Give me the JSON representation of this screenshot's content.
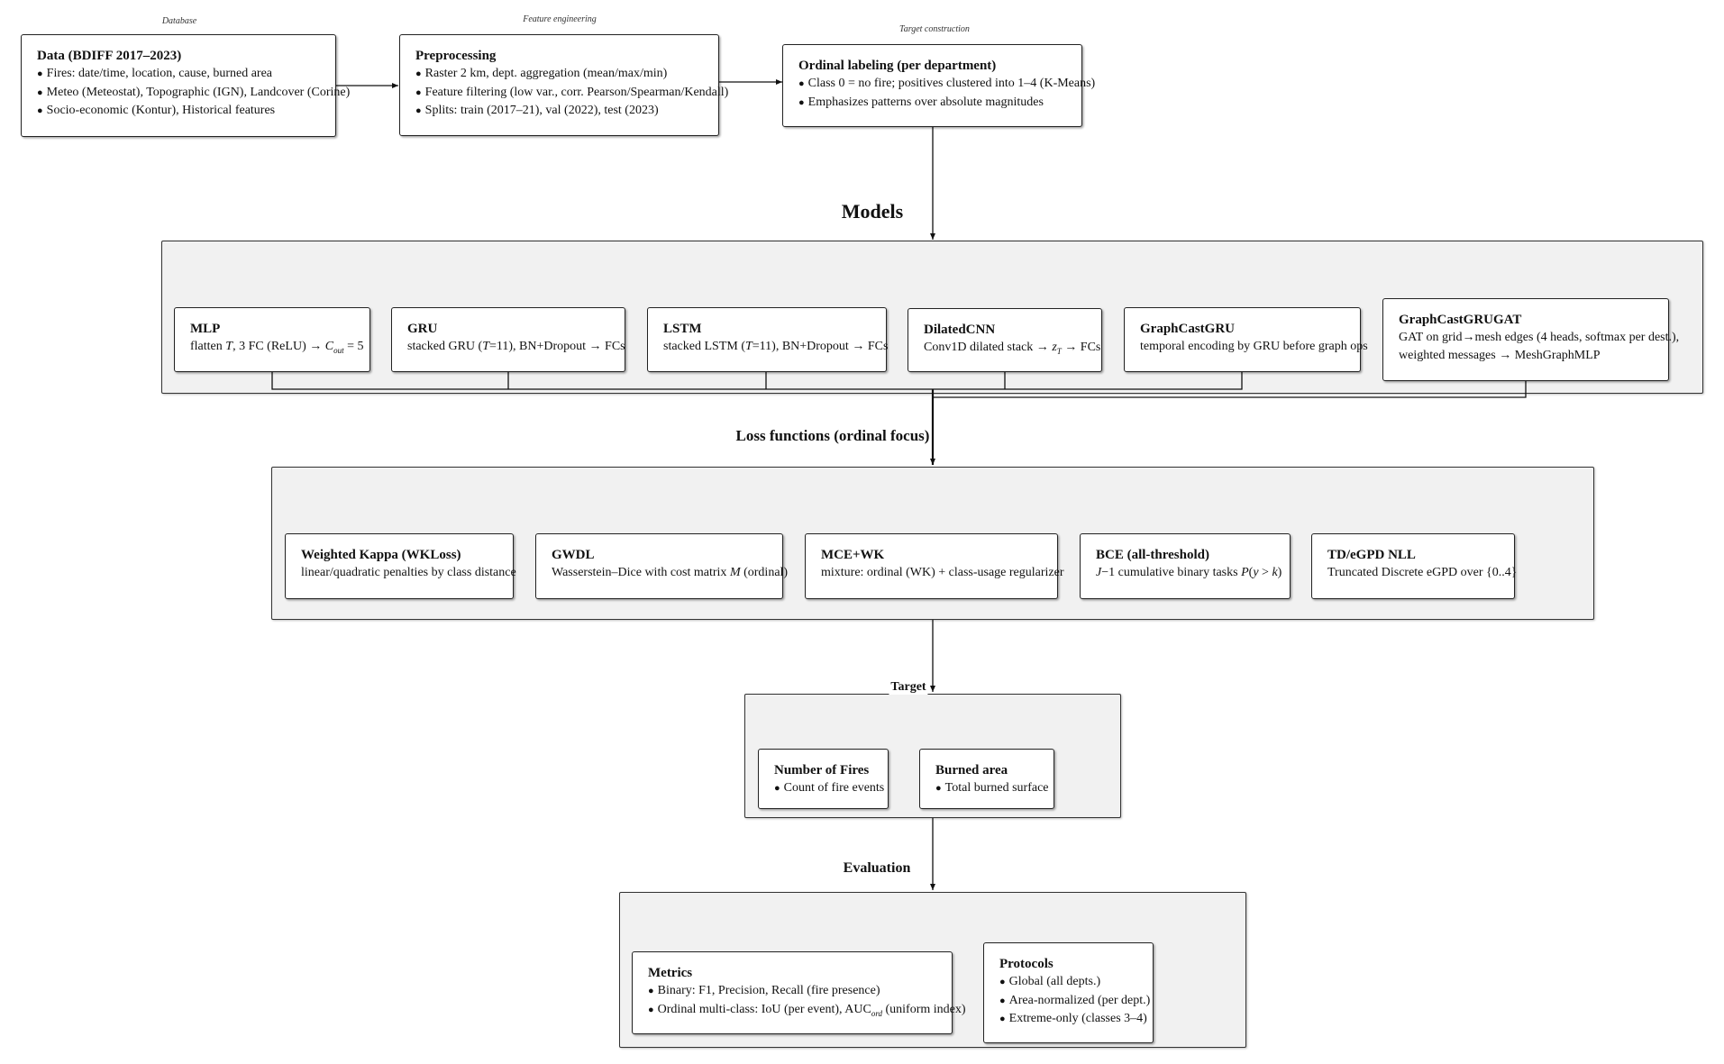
{
  "stages": {
    "database": "Database",
    "feature_engineering": "Feature engineering",
    "target_construction": "Target construction"
  },
  "data_box": {
    "title": "Data (BDIFF 2017–2023)",
    "items": [
      "Fires: date/time, location, cause, burned area",
      "Meteo (Meteostat), Topographic (IGN), Landcover (Corine)",
      "Socio-economic (Kontur), Historical features"
    ]
  },
  "preprocessing_box": {
    "title": "Preprocessing",
    "items": [
      "Raster 2 km, dept. aggregation (mean/max/min)",
      "Feature filtering (low var., corr. Pearson/Spearman/Kendall)",
      "Splits: train (2017–21), val (2022), test (2023)"
    ]
  },
  "labeling_box": {
    "title": "Ordinal labeling (per department)",
    "items": [
      "Class 0 = no fire; positives clustered into 1–4 (K-Means)",
      "Emphasizes patterns over absolute magnitudes"
    ]
  },
  "models": {
    "title": "Models",
    "mlp": {
      "title": "MLP",
      "desc_a": "flatten",
      "desc_t": "T",
      "desc_b": ", 3 FC (ReLU) →",
      "desc_c": "C",
      "desc_sub": "out",
      "desc_d": " = 5"
    },
    "gru": {
      "title": "GRU",
      "desc_a": "stacked GRU (",
      "desc_t": "T",
      "desc_b": "=11), BN+Dropout → FCs"
    },
    "lstm": {
      "title": "LSTM",
      "desc_a": "stacked LSTM (",
      "desc_t": "T",
      "desc_b": "=11), BN+Dropout → FCs"
    },
    "dilated": {
      "title": "DilatedCNN",
      "desc_a": "Conv1D dilated stack →",
      "desc_z": "z",
      "desc_sub": "T",
      "desc_b": " → FCs"
    },
    "graphcastgru": {
      "title": "GraphCastGRU",
      "desc": "temporal encoding by GRU before graph ops"
    },
    "graphcastgrugat": {
      "title": "GraphCastGRUGAT",
      "line1": "GAT on grid→mesh edges (4 heads, softmax per dest.),",
      "line2": "weighted messages → MeshGraphMLP"
    }
  },
  "losses": {
    "title": "Loss functions (ordinal focus)",
    "wk": {
      "title": "Weighted Kappa (WKLoss)",
      "desc": "linear/quadratic penalties by class distance"
    },
    "gwdl": {
      "title": "GWDL",
      "desc_a": "Wasserstein–Dice with cost matrix",
      "desc_m": "M",
      "desc_b": " (ordinal)"
    },
    "mce": {
      "title": "MCE+WK",
      "desc": "mixture: ordinal (WK) + class-usage regularizer"
    },
    "bce": {
      "title": "BCE (all-threshold)",
      "desc_j": "J",
      "desc_a": "−1 cumulative binary tasks",
      "desc_p": "P",
      "desc_b": "(",
      "desc_y": "y",
      "desc_c": " > ",
      "desc_k": "k",
      "desc_d": ")"
    },
    "td": {
      "title": "TD/eGPD NLL",
      "desc": "Truncated Discrete eGPD over {0..4}"
    }
  },
  "target": {
    "title": "Target",
    "fires": {
      "title": "Number of Fires",
      "item": "Count of fire events"
    },
    "burned": {
      "title": "Burned area",
      "item": "Total burned surface"
    }
  },
  "evaluation": {
    "title": "Evaluation",
    "metrics": {
      "title": "Metrics",
      "item1": "Binary: F1, Precision, Recall (fire presence)",
      "item2_a": "Ordinal multi-class: IoU (per event), AUC",
      "item2_sub": "ord",
      "item2_b": " (uniform index)"
    },
    "protocols": {
      "title": "Protocols",
      "items": [
        "Global (all depts.)",
        "Area-normalized (per dept.)",
        "Extreme-only (classes 3–4)"
      ]
    }
  }
}
